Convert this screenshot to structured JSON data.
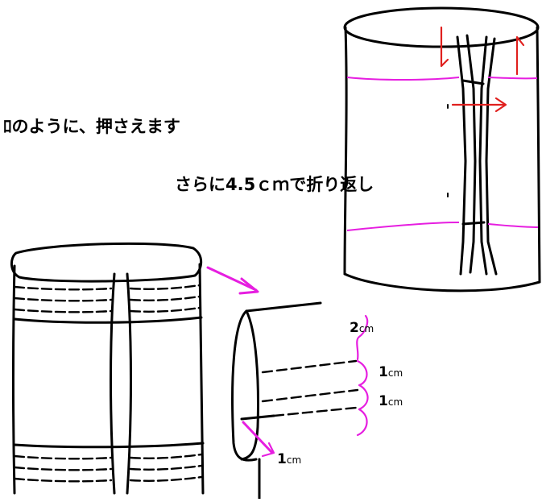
{
  "captions": {
    "line1": "ﾛのように、押さえます",
    "line2": "さらに4.5ｃｍで折り返し"
  },
  "dimensions": [
    {
      "num": "2",
      "unit": "cm"
    },
    {
      "num": "1",
      "unit": "cm"
    },
    {
      "num": "1",
      "unit": "cm"
    },
    {
      "num": "1",
      "unit": "cm"
    }
  ],
  "colors": {
    "ink": "#000000",
    "magenta": "#e61ee0",
    "red": "#e0201e"
  }
}
